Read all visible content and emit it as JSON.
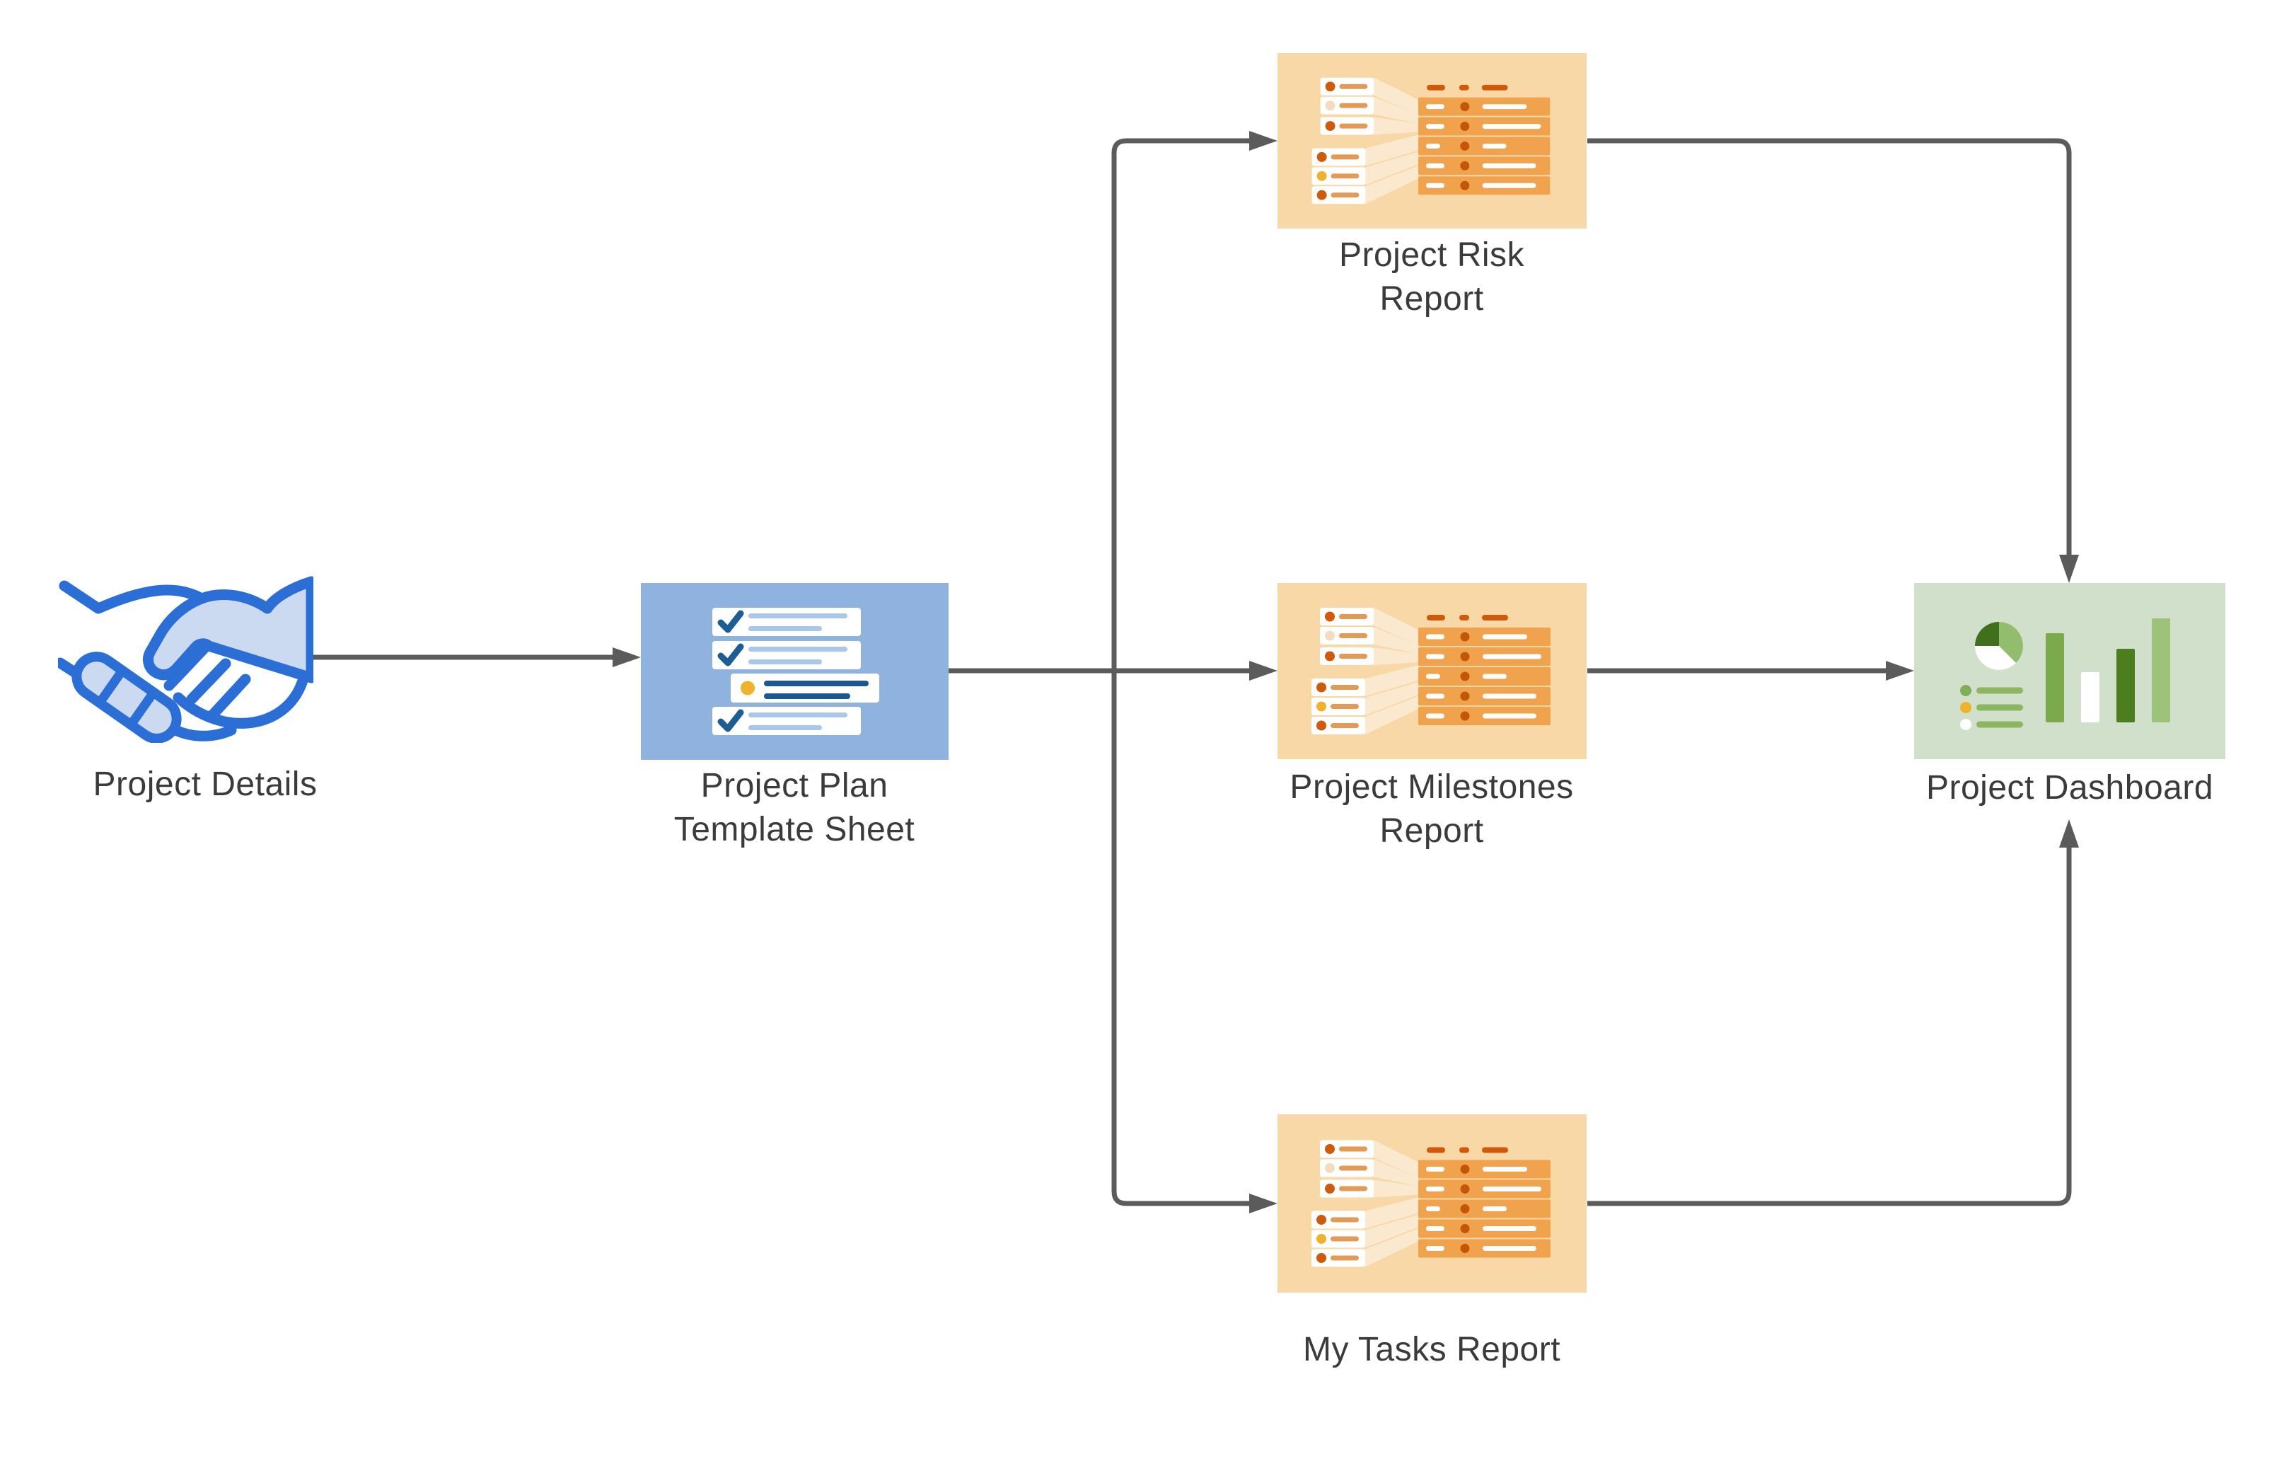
{
  "diagram": {
    "nodes": {
      "project_details": {
        "label": "Project Details",
        "icon": "handshake-icon",
        "accent_color": "#2B6FD6"
      },
      "project_plan_template_sheet": {
        "label": "Project Plan\nTemplate Sheet",
        "icon": "checklist-icon",
        "fill_color": "#8FB2DF"
      },
      "project_risk_report": {
        "label": "Project Risk\nReport",
        "icon": "report-icon",
        "fill_color": "#F7D8A6"
      },
      "project_milestones_report": {
        "label": "Project Milestones\nReport",
        "icon": "report-icon",
        "fill_color": "#F7D8A6"
      },
      "my_tasks_report": {
        "label": "My Tasks Report",
        "icon": "report-icon",
        "fill_color": "#F7D8A6"
      },
      "project_dashboard": {
        "label": "Project Dashboard",
        "icon": "dashboard-icon",
        "fill_color": "#D1E0CB"
      }
    },
    "edges": [
      {
        "from": "project_details",
        "to": "project_plan_template_sheet"
      },
      {
        "from": "project_plan_template_sheet",
        "to": "project_risk_report"
      },
      {
        "from": "project_plan_template_sheet",
        "to": "project_milestones_report"
      },
      {
        "from": "project_plan_template_sheet",
        "to": "my_tasks_report"
      },
      {
        "from": "project_risk_report",
        "to": "project_dashboard"
      },
      {
        "from": "project_milestones_report",
        "to": "project_dashboard"
      },
      {
        "from": "my_tasks_report",
        "to": "project_dashboard"
      }
    ],
    "colors": {
      "canvas_background": "#FFFFFF",
      "connector": "#5B5B5B",
      "label_text": "#3B3B3B",
      "blue_accent": "#2B6FD6",
      "orange_accent": "#D2590A",
      "green_accent": "#4C7D1E",
      "yellow_accent": "#EFB22C"
    }
  }
}
